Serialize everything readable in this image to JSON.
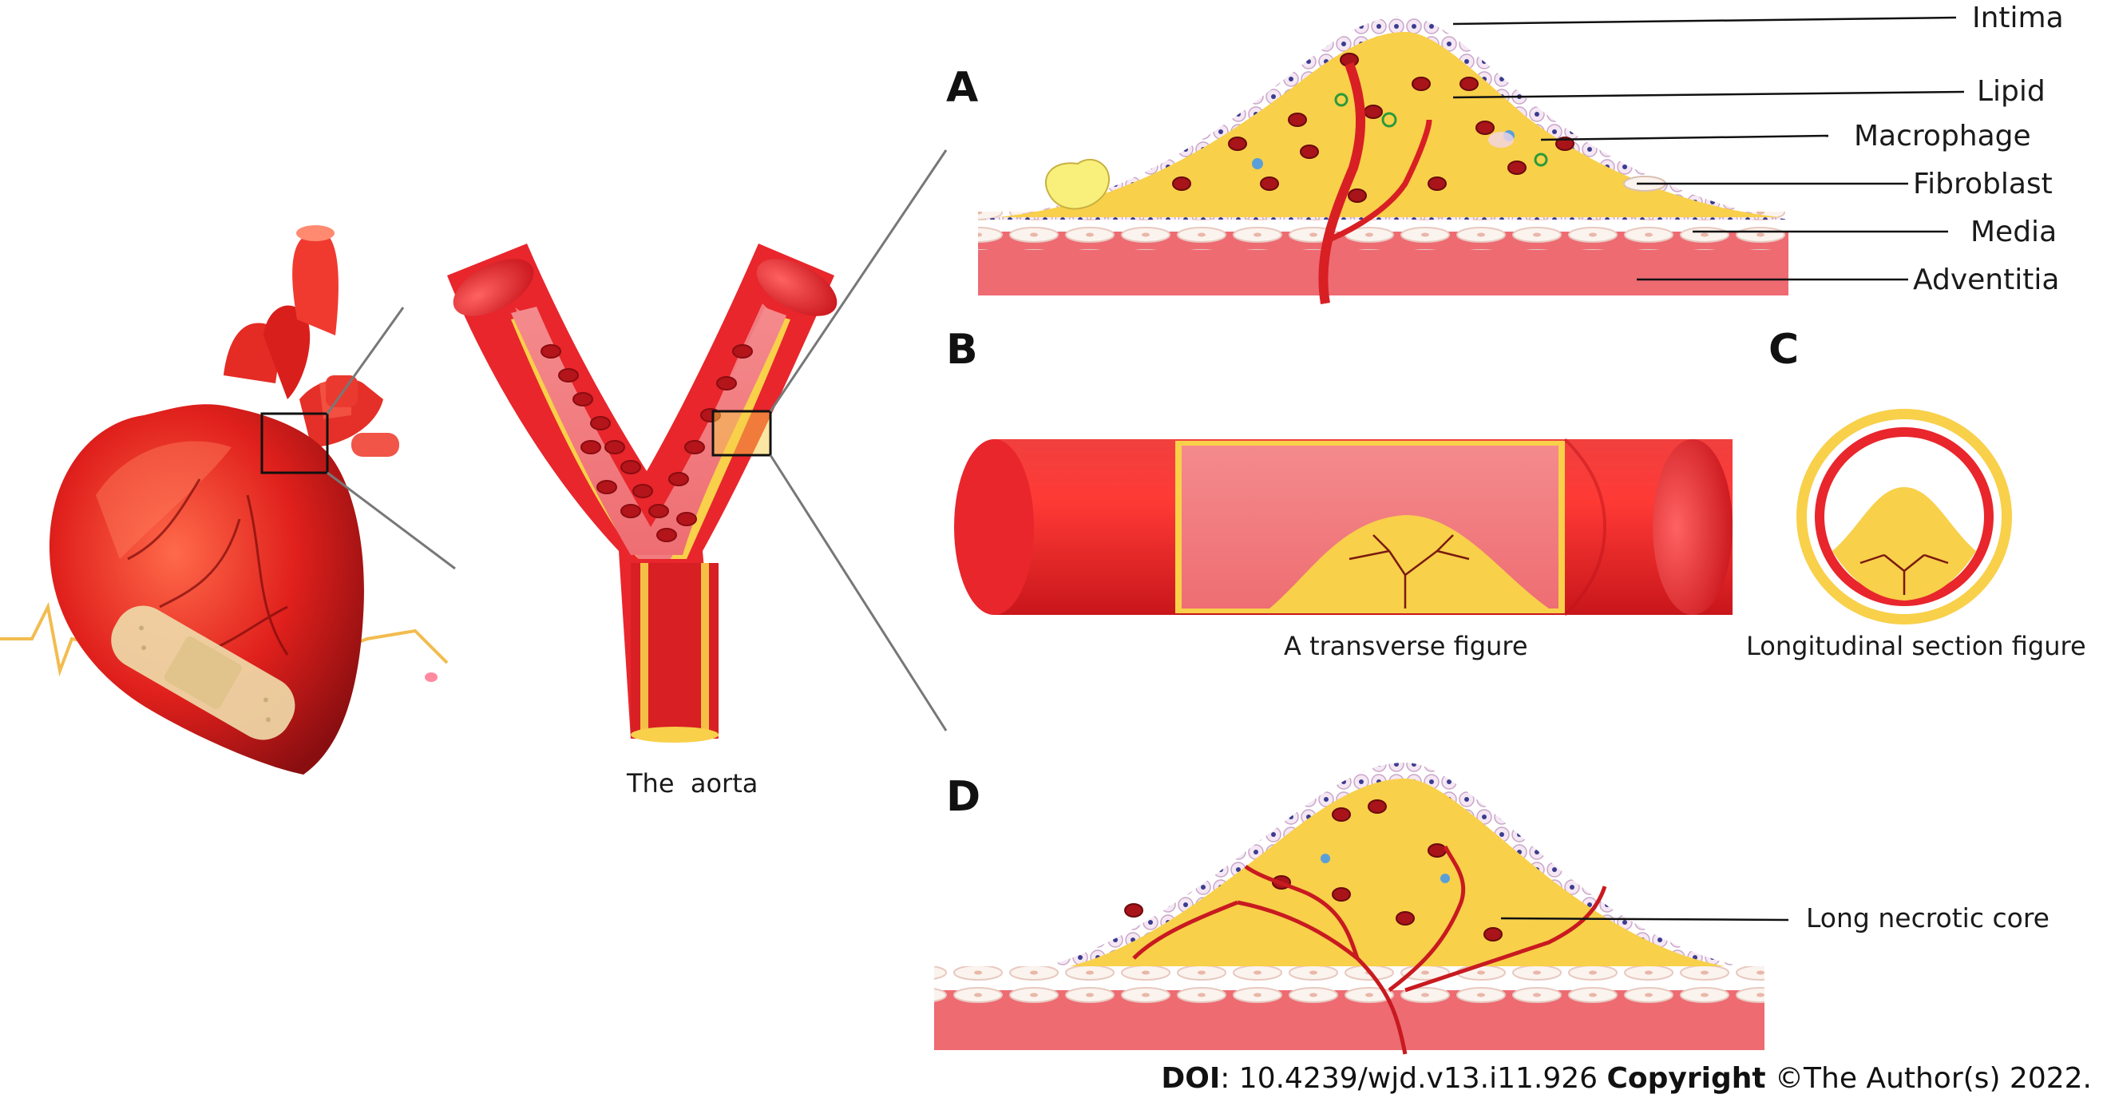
{
  "panels": {
    "a": "A",
    "b": "B",
    "c": "C",
    "d": "D"
  },
  "labels": {
    "intima": "Intima",
    "lipid": "Lipid",
    "macrophage": "Macrophage",
    "fibroblast": "Fibroblast",
    "media": "Media",
    "adventitia": "Adventitia",
    "necrotic_core": "Long necrotic core"
  },
  "captions": {
    "aorta": "The  aorta",
    "transverse": "A transverse figure",
    "longitudinal": "Longitudinal section figure"
  },
  "footer": {
    "doi_label": "DOI",
    "doi_value": ": 10.4239/wjd.v13.i11.926 ",
    "copyright_label": "Copyright",
    "copyright_value": " ©The Author(s) 2022."
  },
  "colors": {
    "artery_red": "#e8262c",
    "lumen_pink": "#f07c80",
    "plaque_yellow": "#f8d04a",
    "adventitia_pink": "#ee6b72",
    "cell_white": "#fbf3ee"
  },
  "icons": [
    "heart-illustration",
    "aorta-illustration",
    "bandage-icon",
    "ecg-line"
  ]
}
